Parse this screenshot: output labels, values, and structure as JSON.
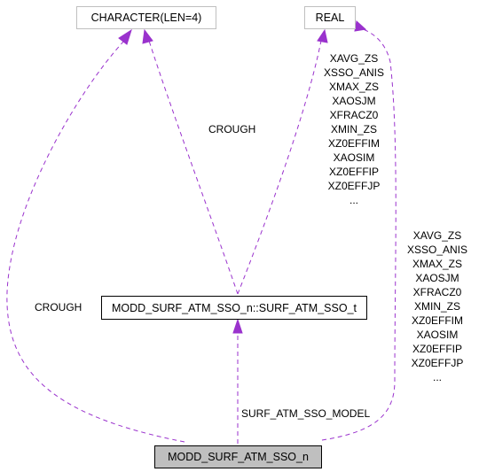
{
  "nodes": {
    "character": "CHARACTER(LEN=4)",
    "real": "REAL",
    "sso_type": "MODD_SURF_ATM_SSO_n::SURF_ATM_SSO_t",
    "module": "MODD_SURF_ATM_SSO_n"
  },
  "edge_labels": {
    "crough_middle": "CROUGH",
    "crough_left": "CROUGH",
    "surf_atm_sso_model": "SURF_ATM_SSO_MODEL",
    "real_to_type": [
      "XAVG_ZS",
      "XSSO_ANIS",
      "XMAX_ZS",
      "XAOSJM",
      "XFRACZ0",
      "XMIN_ZS",
      "XZ0EFFIM",
      "XAOSIM",
      "XZ0EFFIP",
      "XZ0EFFJP",
      "..."
    ],
    "real_to_module": [
      "XAVG_ZS",
      "XSSO_ANIS",
      "XMAX_ZS",
      "XAOSJM",
      "XFRACZ0",
      "XMIN_ZS",
      "XZ0EFFIM",
      "XAOSIM",
      "XZ0EFFIP",
      "XZ0EFFJP",
      "..."
    ]
  },
  "colors": {
    "edge": "#9a32cd",
    "muted_border": "#bfbfbf",
    "main_fill": "#bfbfbf"
  }
}
